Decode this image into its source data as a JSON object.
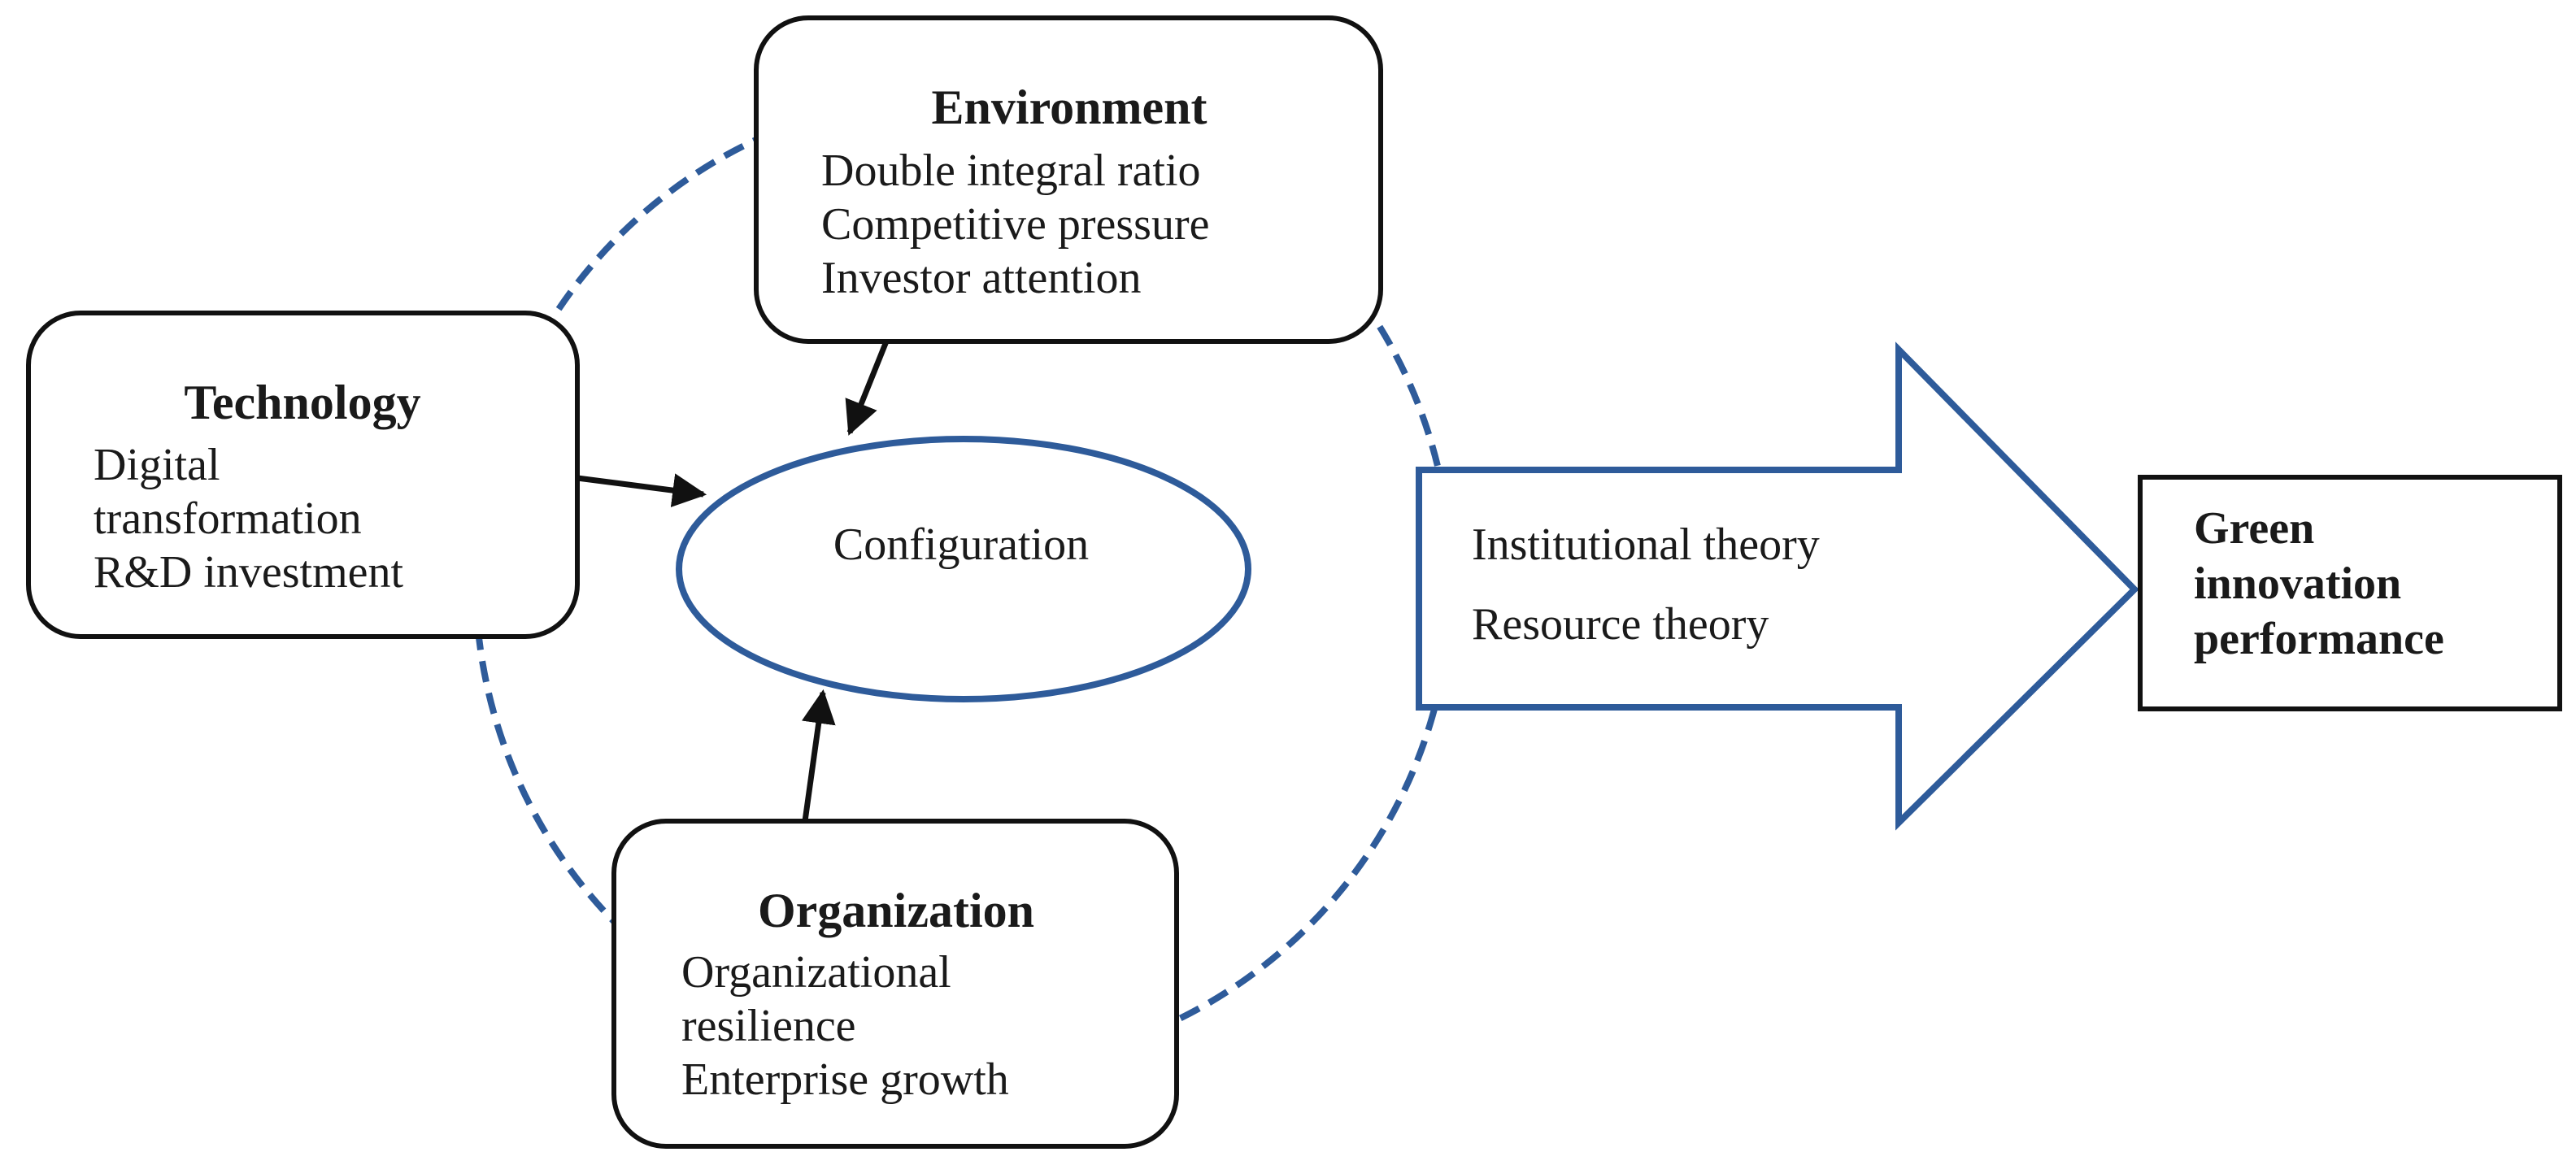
{
  "colors": {
    "accent_blue": "#2e5b9a",
    "text": "#1a1a1a",
    "border": "#111111"
  },
  "environment": {
    "title": "Environment",
    "lines": [
      "Double integral ratio",
      "Competitive pressure",
      "Investor attention"
    ]
  },
  "technology": {
    "title": "Technology",
    "lines": [
      "Digital",
      "transformation",
      "R&D investment"
    ]
  },
  "organization": {
    "title": "Organization",
    "lines": [
      "Organizational",
      "resilience",
      "Enterprise growth"
    ]
  },
  "center": {
    "label": "Configuration"
  },
  "theory_arrow": {
    "lines": [
      "Institutional theory",
      "Resource theory"
    ]
  },
  "outcome": {
    "lines": [
      "Green",
      "innovation",
      "performance"
    ]
  }
}
